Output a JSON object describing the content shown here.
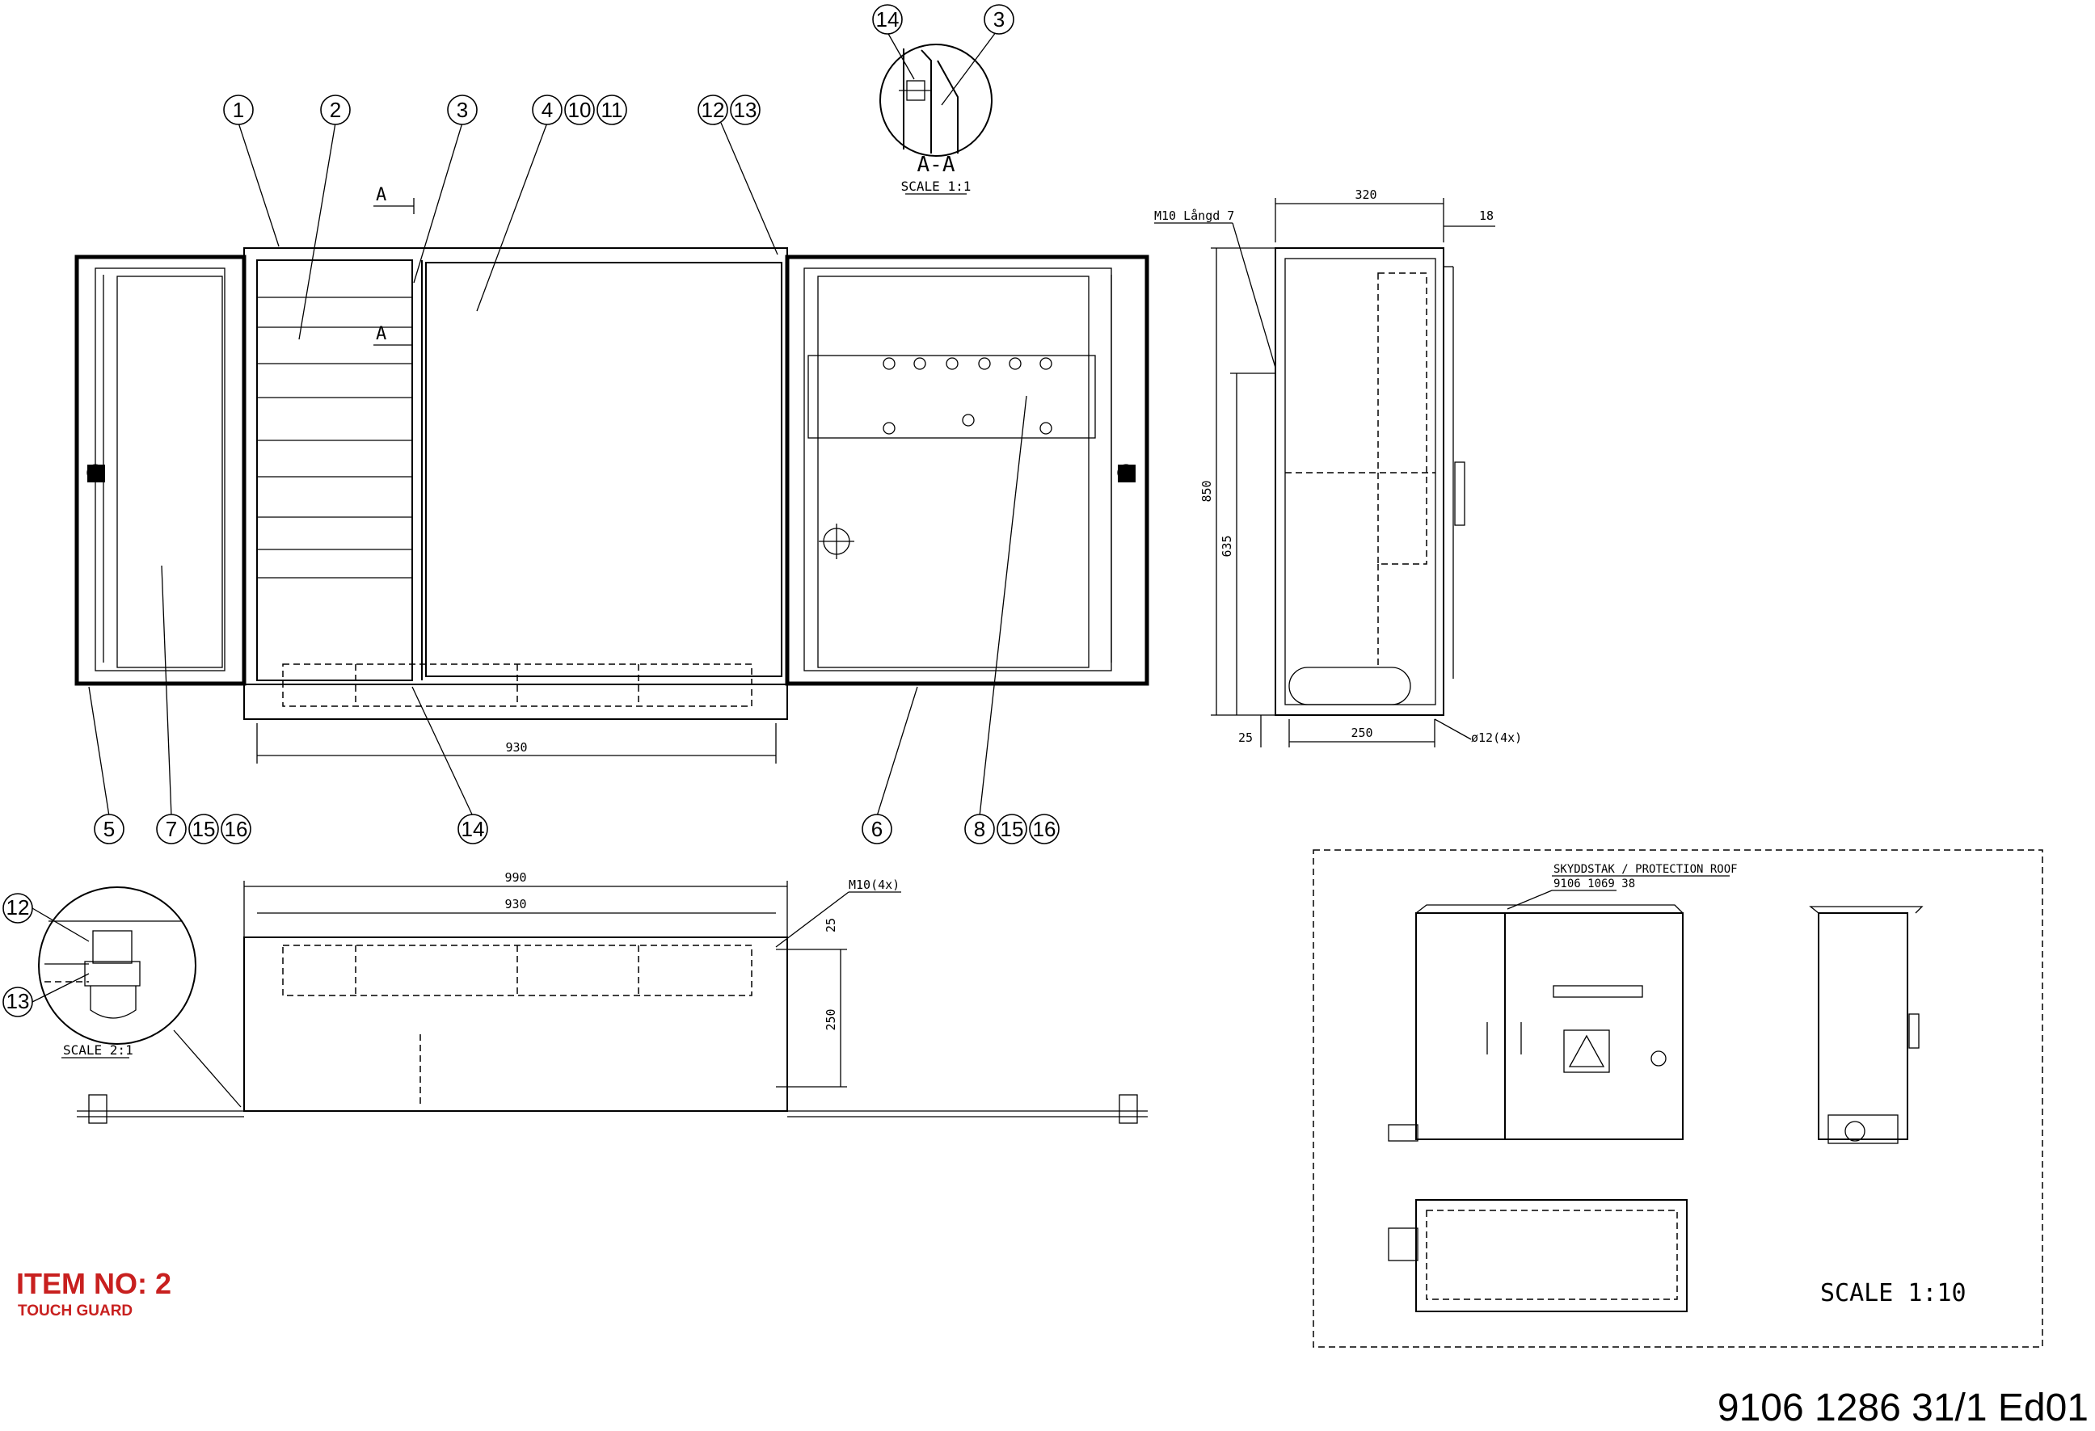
{
  "section_view": {
    "label": "A-A",
    "scale": "SCALE 1:1",
    "cut_letter": "A",
    "callouts": [
      "14",
      "3"
    ]
  },
  "front_view": {
    "callouts_top": [
      "1",
      "2",
      "3",
      "4",
      "10",
      "11",
      "12",
      "13"
    ],
    "callouts_bottom": [
      "5",
      "7",
      "15",
      "16",
      "14",
      "6",
      "8",
      "15",
      "16"
    ],
    "width_dim": "930"
  },
  "side_view": {
    "dims": {
      "depth": "320",
      "offset": "18",
      "height": "850",
      "mount_height": "635",
      "base_offset": "25",
      "base_width": "250",
      "hole": "ø12(4x)"
    },
    "thread_note": "M10 Långd 7"
  },
  "top_view": {
    "dims": {
      "outer": "990",
      "inner": "930",
      "edge": "25",
      "depth": "250"
    },
    "thread_note": "M10(4x)"
  },
  "detail_view": {
    "scale": "SCALE 2:1",
    "callouts": [
      "12",
      "13"
    ]
  },
  "inset": {
    "roof_label_1": "SKYDDSTAK / PROTECTION ROOF",
    "roof_label_2": "9106 1069 38",
    "scale": "SCALE 1:10"
  },
  "item": {
    "title": "ITEM NO: 2",
    "subtitle": "TOUCH GUARD"
  },
  "document_number": "9106 1286 31/1  Ed01"
}
